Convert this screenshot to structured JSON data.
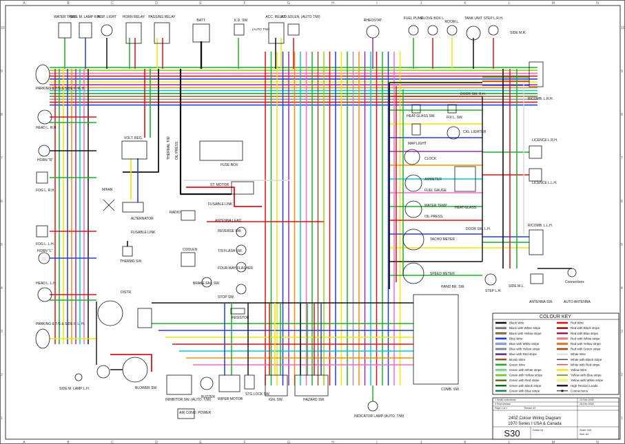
{
  "grid": {
    "top_letters": [
      "A",
      "B",
      "C",
      "D",
      "E",
      "F",
      "G",
      "H",
      "I",
      "J",
      "K",
      "L",
      "M",
      "N"
    ],
    "left_numbers": [
      "10",
      "9",
      "8",
      "7",
      "6",
      "5",
      "4",
      "3",
      "2",
      "1"
    ]
  },
  "components": {
    "water_tank": "WATER TANK",
    "side_m_lamp_rh": "SIDE M. LAMP R.H.",
    "insp_light": "INSP. LIGHT",
    "horn_relay": "HORN RELAY",
    "passing_relay": "PASSING RELAY",
    "batt": "BATT.",
    "kd_sw": "K.D. SW.",
    "auto_tw": "(AUTO T/W)",
    "acc_relay": "ACC. RELAY",
    "kd_solen": "K.D.SOLEN. (AUTO T/W)",
    "rheostat": "RHEOSTAT",
    "fuel_pump": "FUEL PUMP",
    "glove_box": "GLOVE BOX L.",
    "room_l": "ROOM L.",
    "tank_unit": "TANK UNIT",
    "step_lrh": "STEP L.R.H.",
    "side_mr": "SIDE M.R.",
    "parking_rh": "PARKING & T/S & SIDE F. R. H.",
    "head_rh": "HEAD L. R.H.",
    "horn_r": "HORN \"R\"",
    "fog_rh": "FOG L. R.H.",
    "fog_lh": "FOG L. L.H.",
    "horn_l": "HORN \"L\"",
    "head_lh": "HEAD L. L.H.",
    "parking_lh": "PARKING & T/S & SIDE F. L. H.",
    "side_m_lamp_lh": "SIDE M. LAMP L.H.",
    "volt_reg": "VOLT. REG.",
    "thermal_tm": "THERMAL T/M",
    "oil_press_top": "OIL PRESS.",
    "fuse_box": "FUSE BOX",
    "st_motor": "ST. MOTOR",
    "fusable_link": "FUSABLE LINK",
    "m_fan": "M/FAN",
    "alternator": "ALTERNATOR",
    "fusable_link2": "FUSABLE LINK",
    "thermo_sw": "THERMO SW.",
    "radio": "RADIO",
    "antenna_lead": "ANTENNA LEAD",
    "reverse_sw": "REVERSE SW.",
    "coolen": "COOLEN",
    "ts_flash": "T/S FLASH SW.",
    "four_way": "FOUR-WAY FLASHER",
    "brake_fail": "BRAKE FAIL SW.",
    "stop_sw": "STOP SW.",
    "resistor": "RESISTOR",
    "distr": "DISTR.",
    "blower_sw": "BLOWER SW.",
    "inhibitor": "INHIBITOR SW. (AUTO. T/W)",
    "air_cond": "AIR COND. POWER",
    "buzzer": "BUZZER",
    "wiper_motor": "WIPER MOTOR",
    "stg_lock": "STG LOCK SW.",
    "ign_sw": "IGN. SW.",
    "hazard_sw": "HAZARD SW.",
    "indicator_lamp": "INDICATOR LAMP (AUTO. T/W)",
    "comb_sw": "COMB. SW.",
    "door_sw_rh": "DOOR SW. R.H.",
    "heat_glass_sw": "HEAT-GLASS SW.",
    "fix_l_sw": "FIX L. SW.",
    "cig_lighter": "CIG. LIGHTER",
    "map_light": "MAP LIGHT",
    "clock": "CLOCK",
    "ammeter": "AMMETER",
    "fuel_gauge": "FUEL GAUGE",
    "water_temp": "WATER TEMP",
    "oil_press": "OIL PRESS.",
    "heat_glass": "HEAT-GLASS",
    "tacho": "TACHO METER",
    "speed": "SPEED METER",
    "hand_br": "HAND BR. SW.",
    "door_sw_lh": "DOOR SW. L.H.",
    "step_lh": "STEP L.H.",
    "side_ml": "SIDE M.L.",
    "antenna_sw": "ANTENNA SW.",
    "auto_antenna": "AUTO ANTENNA",
    "rcomb_lrh": "R/COMB. L.R.H.",
    "licence_lrh": "LICENCE L.R.H.",
    "licence_llh": "LICENCE L.L.H.",
    "rcomb_llh": "R/COMB. L.L.H.",
    "connections": "Connections"
  },
  "colour_key": {
    "title": "COLOUR KEY",
    "left": [
      {
        "label": "Black Wire",
        "color": "#111111",
        "stripe": ""
      },
      {
        "label": "Black with White stripe",
        "color": "#111111",
        "stripe": "#ffffff"
      },
      {
        "label": "Black with Yellow stripe",
        "color": "#111111",
        "stripe": "#f2e600"
      },
      {
        "label": "Blue Wire",
        "color": "#1f3fd9",
        "stripe": ""
      },
      {
        "label": "Blue with White stripe",
        "color": "#1f3fd9",
        "stripe": "#ffffff"
      },
      {
        "label": "Blue with Yellow stripe",
        "color": "#1f3fd9",
        "stripe": "#f2e600"
      },
      {
        "label": "Blue with Red stripe",
        "color": "#1f3fd9",
        "stripe": "#e01010"
      },
      {
        "label": "Brown Wire",
        "color": "#8b5a2b",
        "stripe": ""
      },
      {
        "label": "Green Wire",
        "color": "#18b02a",
        "stripe": ""
      },
      {
        "label": "Green with White stripe",
        "color": "#18b02a",
        "stripe": "#ffffff"
      },
      {
        "label": "Green with Yellow stripe",
        "color": "#18b02a",
        "stripe": "#f2e600"
      },
      {
        "label": "Green with Red stripe",
        "color": "#18b02a",
        "stripe": "#e01010"
      },
      {
        "label": "Green with Black stripe",
        "color": "#18b02a",
        "stripe": "#111111"
      },
      {
        "label": "Green with Blue stripe",
        "color": "#18b02a",
        "stripe": "#1f3fd9"
      }
    ],
    "right": [
      {
        "label": "Red Wire",
        "color": "#e01010",
        "stripe": ""
      },
      {
        "label": "Red with Black stripe",
        "color": "#e01010",
        "stripe": "#111111"
      },
      {
        "label": "Red with Blue stripe",
        "color": "#e01010",
        "stripe": "#1f3fd9"
      },
      {
        "label": "Red with White stripe",
        "color": "#e01010",
        "stripe": "#ffffff"
      },
      {
        "label": "Red with Yellow stripe",
        "color": "#e01010",
        "stripe": "#f2e600"
      },
      {
        "label": "Red with Green stripe",
        "color": "#e01010",
        "stripe": "#18b02a"
      },
      {
        "label": "White Wire",
        "color": "#dddddd",
        "stripe": ""
      },
      {
        "label": "White with Black stripe",
        "color": "#dddddd",
        "stripe": "#111111"
      },
      {
        "label": "White with Red stripe",
        "color": "#dddddd",
        "stripe": "#e01010"
      },
      {
        "label": "Yellow Wire",
        "color": "#f2e600",
        "stripe": ""
      },
      {
        "label": "Yellow with Blue stripe",
        "color": "#f2e600",
        "stripe": "#1f3fd9"
      },
      {
        "label": "Yellow with White stripe",
        "color": "#f2e600",
        "stripe": "#ffffff"
      },
      {
        "label": "High Tension Leads",
        "color": "#222222",
        "stripe": ""
      },
      {
        "label": "Connections",
        "color": "#111111",
        "stripe": "dot"
      }
    ]
  },
  "title_block": {
    "rev1": "1  Small corrections",
    "rev2": "0  First release",
    "page": "Page 1 of 1",
    "thread": "Thread: 42",
    "main_title": "240Z Colour Wiring Diagram",
    "subtitle": "1970 Series I USA & Canada",
    "model": "S30",
    "drawn": "Drawn by",
    "date1": "12-Feb-2005",
    "date2": "25-Feb-2005",
    "scale": "Scale: N/A",
    "size": "Size: A4"
  },
  "colors": {
    "black": "#111111",
    "red": "#e01010",
    "blue": "#1f3fd9",
    "green": "#18b02a",
    "yellow": "#f2e600",
    "brown": "#8b5a2b",
    "white": "#d8d8d8",
    "orange": "#ff8a00",
    "pink": "#ff66cc",
    "cyan": "#00c8d8",
    "purple": "#9a2fb0",
    "lime": "#8fd800",
    "grey": "#9a9a9a"
  }
}
